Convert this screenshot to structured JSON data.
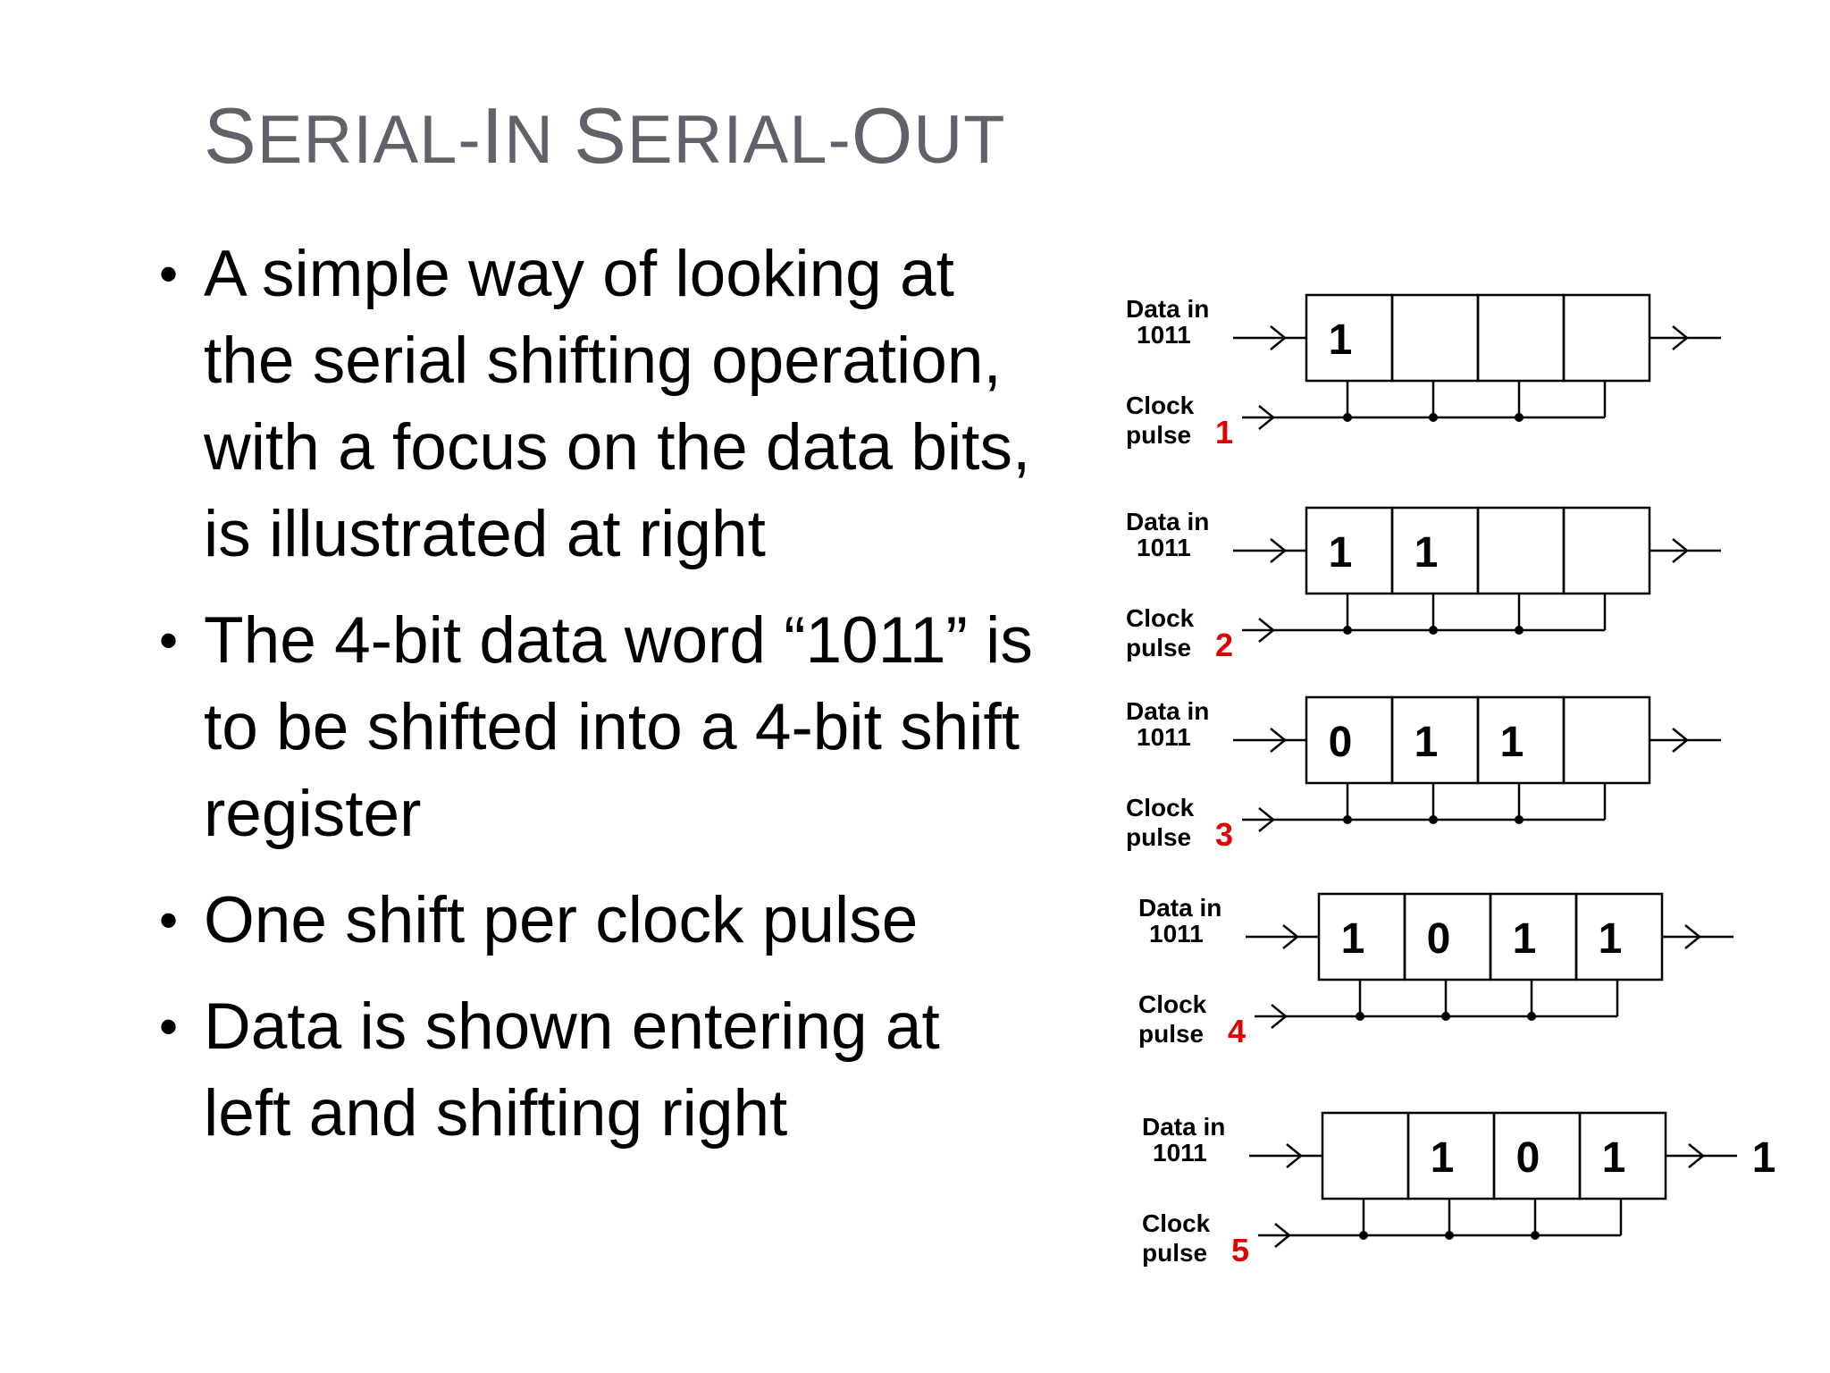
{
  "title": {
    "parts": [
      {
        "text": "S",
        "cap": true
      },
      {
        "text": "ERIAL",
        "cap": false
      },
      {
        "text": "-",
        "cap": false
      },
      {
        "text": "I",
        "cap": true
      },
      {
        "text": "N",
        "cap": false
      },
      {
        "text": " ",
        "cap": false
      },
      {
        "text": "S",
        "cap": true
      },
      {
        "text": "ERIAL",
        "cap": false
      },
      {
        "text": "-",
        "cap": false
      },
      {
        "text": "O",
        "cap": true
      },
      {
        "text": "UT",
        "cap": false
      }
    ]
  },
  "bullets": [
    {
      "text": "A simple way of looking at the serial shifting operation, with a focus on the data bits, is illustrated at right"
    },
    {
      "text": "The 4-bit data word “1011” is to be shifted into a 4-bit shift register"
    },
    {
      "text": "One shift per clock pulse"
    },
    {
      "text": "Data is shown entering at left and shifting right"
    }
  ],
  "bullet_symbol": "•",
  "diagram": {
    "data_label_line1": "Data in",
    "data_label_line2": "1011",
    "clock_label_line1": "Clock",
    "clock_label_line2": "pulse",
    "pulse_number_color": "#e00000",
    "stages": [
      {
        "pulse": "1",
        "cells": [
          "1",
          "",
          "",
          ""
        ],
        "output": ""
      },
      {
        "pulse": "2",
        "cells": [
          "1",
          "1",
          "",
          ""
        ],
        "output": ""
      },
      {
        "pulse": "3",
        "cells": [
          "0",
          "1",
          "1",
          ""
        ],
        "output": ""
      },
      {
        "pulse": "4",
        "cells": [
          "1",
          "0",
          "1",
          "1"
        ],
        "output": ""
      },
      {
        "pulse": "5",
        "cells": [
          "",
          "1",
          "0",
          "1"
        ],
        "output": "1"
      }
    ]
  }
}
